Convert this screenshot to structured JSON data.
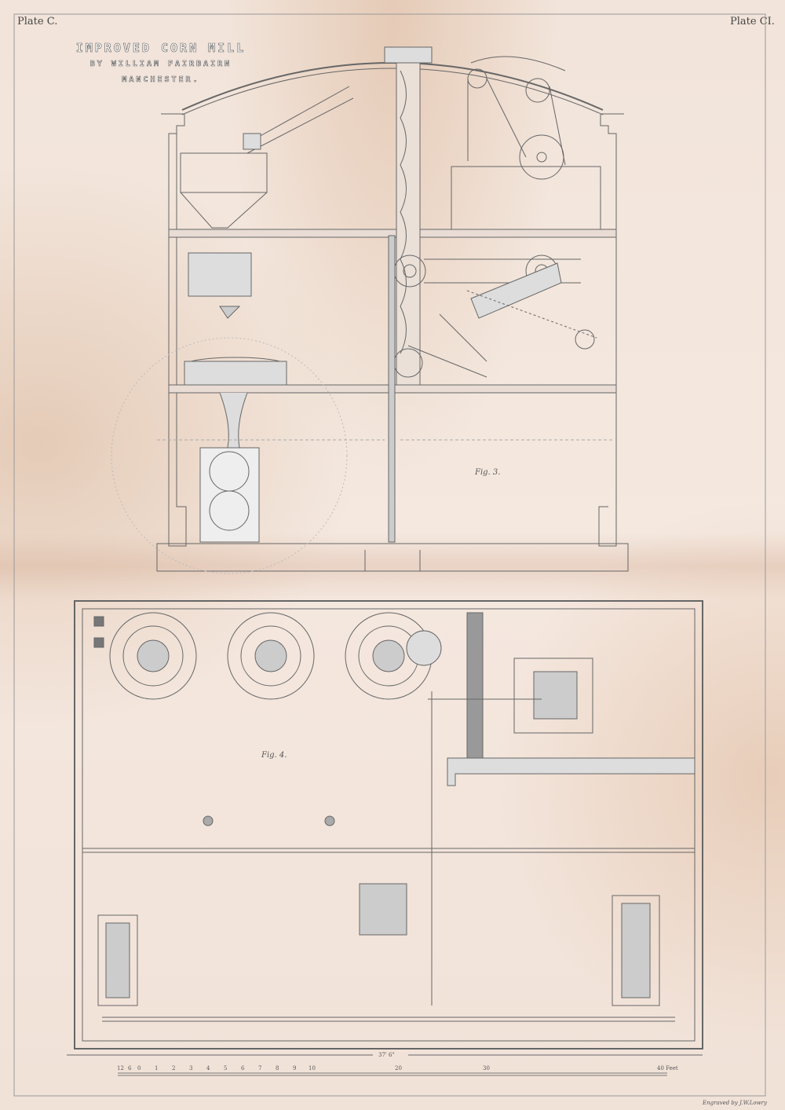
{
  "plate_left": "Plate C.",
  "plate_right": "Plate CI.",
  "title": {
    "line1": "IMPROVED CORN MILL",
    "line2": "BY WILLIAM FAIRBAIRN",
    "line3": "MANCHESTER."
  },
  "figures": {
    "elevation_label": "Fig. 3.",
    "plan_label": "Fig. 4."
  },
  "overall_dimension": "37' 6\"",
  "scale_bar": {
    "labels": [
      "12",
      "6",
      "0",
      "1",
      "2",
      "3",
      "4",
      "5",
      "6",
      "7",
      "8",
      "9",
      "10",
      "20",
      "30",
      "40 Feet"
    ]
  },
  "engraver_credit": "Engraved by J.W.Lowry",
  "colors": {
    "paper": "#f1e2d8",
    "ink": "#555555"
  }
}
